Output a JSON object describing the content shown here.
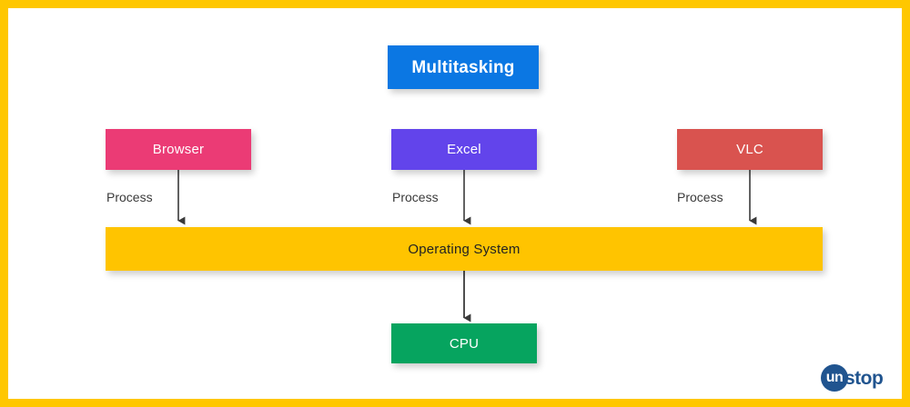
{
  "diagram": {
    "title": "Multitasking",
    "border_color": "#FFC700",
    "background": "#FFFFFF",
    "nodes": [
      {
        "id": "multitasking",
        "label": "Multitasking",
        "color": "#0B77E3",
        "text_color": "#FFFFFF",
        "role": "title-box"
      },
      {
        "id": "browser",
        "label": "Browser",
        "color": "#EB3B75",
        "text_color": "#FFFFFF",
        "role": "application"
      },
      {
        "id": "excel",
        "label": "Excel",
        "color": "#6244EB",
        "text_color": "#FFFFFF",
        "role": "application"
      },
      {
        "id": "vlc",
        "label": "VLC",
        "color": "#D9534F",
        "text_color": "#FFFFFF",
        "role": "application"
      },
      {
        "id": "operating-system",
        "label": "Operating System",
        "color": "#FFC400",
        "text_color": "#222222",
        "role": "layer"
      },
      {
        "id": "cpu",
        "label": "CPU",
        "color": "#06A45F",
        "text_color": "#FFFFFF",
        "role": "hardware"
      }
    ],
    "edges": [
      {
        "from": "browser",
        "to": "operating-system",
        "label": "Process"
      },
      {
        "from": "excel",
        "to": "operating-system",
        "label": "Process"
      },
      {
        "from": "vlc",
        "to": "operating-system",
        "label": "Process"
      },
      {
        "from": "operating-system",
        "to": "cpu",
        "label": ""
      }
    ],
    "arrow_color": "#3a3a3a"
  },
  "brand": {
    "mark": "un",
    "word": "stop",
    "color": "#20548F"
  }
}
